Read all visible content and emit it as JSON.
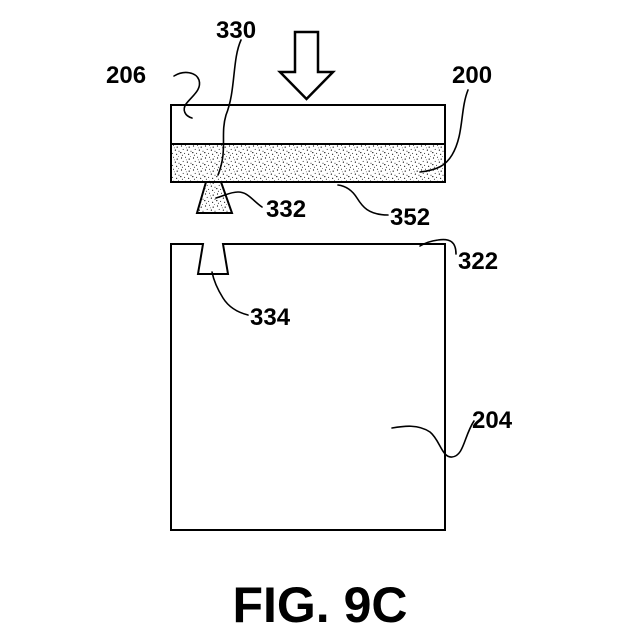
{
  "figure": {
    "caption": "FIG. 9C",
    "labels": {
      "r206": "206",
      "r330": "330",
      "r200": "200",
      "r332": "332",
      "r352": "352",
      "r322": "322",
      "r334": "334",
      "r204": "204"
    },
    "colors": {
      "ink": "#000000",
      "paper": "#ffffff"
    },
    "icons": {
      "press_direction": "down-arrow-icon"
    }
  }
}
